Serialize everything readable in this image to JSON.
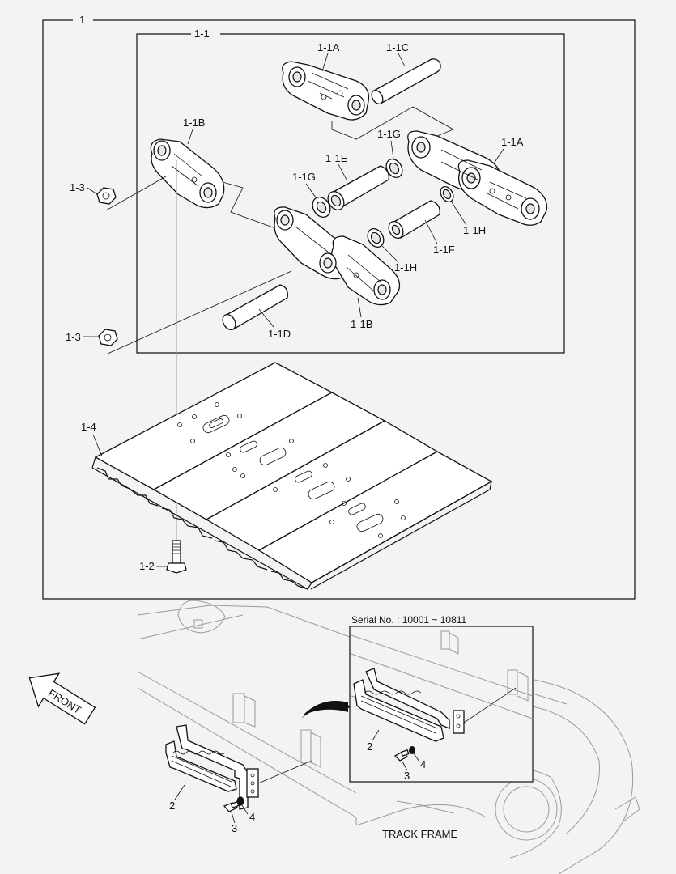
{
  "labels": {
    "assembly": "1",
    "sub_assembly": "1-1",
    "link_a_top": "1-1A",
    "pin_c": "1-1C",
    "link_b_left": "1-1B",
    "link_a_right": "1-1A",
    "seal_g_top": "1-1G",
    "bushing_e": "1-1E",
    "seal_g_left": "1-1G",
    "nut_upper": "1-3",
    "nut_lower": "1-3",
    "seal_h_right": "1-1H",
    "bushing_f": "1-1F",
    "seal_h_center": "1-1H",
    "pin_d": "1-1D",
    "link_b_bottom": "1-1B",
    "shoe": "1-4",
    "bolt": "1-2",
    "serial_note": "Serial No. : 10001 ~ 10811",
    "front": "FRONT",
    "step_main": "2",
    "bolt_main": "3",
    "washer_main": "4",
    "step_inset": "2",
    "bolt_inset": "3",
    "washer_inset": "4",
    "track_frame": "TRACK FRAME"
  },
  "icons": {
    "front_arrow": "front-arrow-icon",
    "curved_arrow": "curved-arrow-icon"
  }
}
